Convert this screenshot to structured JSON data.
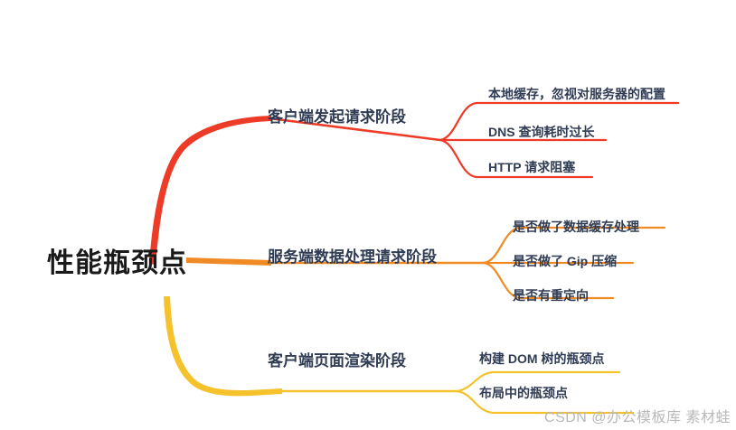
{
  "diagram": {
    "type": "mindmap",
    "root": {
      "label": "性能瓶颈点",
      "color": "#1a1a1a"
    },
    "branches": [
      {
        "label": "客户端发起请求阶段",
        "color": "#ED3B28",
        "children": [
          {
            "label": "本地缓存，忽视对服务器的配置"
          },
          {
            "label": "DNS 查询耗时过长"
          },
          {
            "label": "HTTP 请求阻塞"
          }
        ]
      },
      {
        "label": "服务端数据处理请求阶段",
        "color": "#F08A24",
        "children": [
          {
            "label": "是否做了数据缓存处理"
          },
          {
            "label": "是否做了 Gip 压缩"
          },
          {
            "label": "是否有重定向"
          }
        ]
      },
      {
        "label": "客户端页面渲染阶段",
        "color": "#F5C22B",
        "children": [
          {
            "label": "构建 DOM 树的瓶颈点"
          },
          {
            "label": "布局中的瓶颈点"
          }
        ]
      }
    ]
  },
  "watermark": {
    "text": "CSDN @办公模板库 素材蛙"
  }
}
